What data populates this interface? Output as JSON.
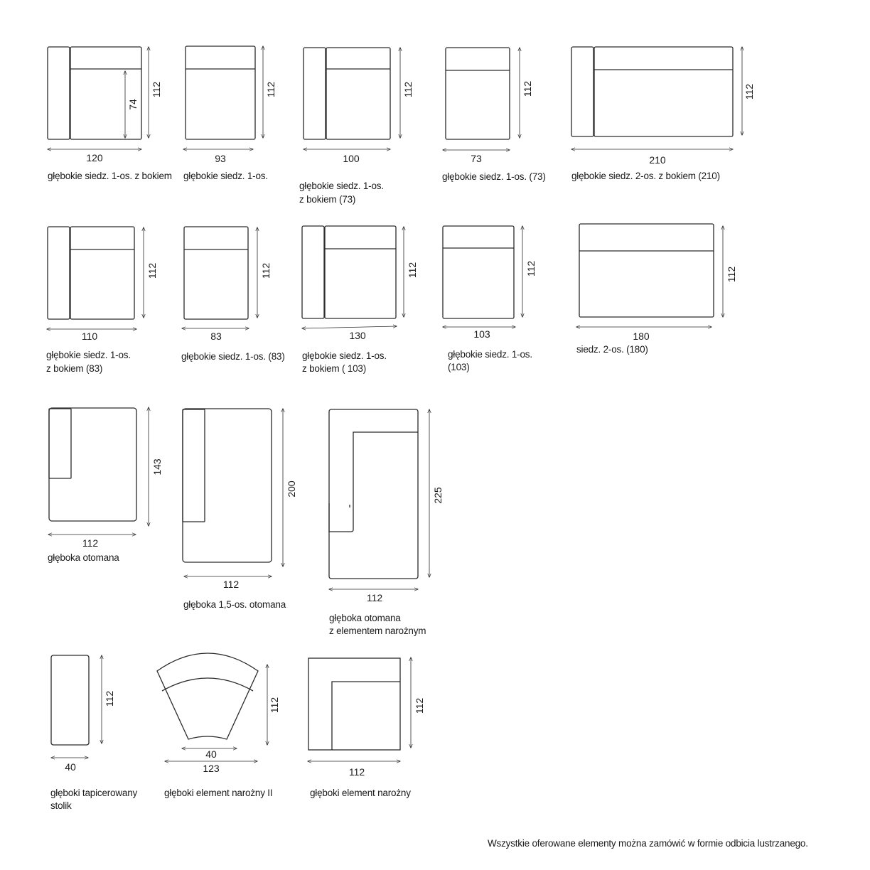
{
  "modules": [
    {
      "width": "120",
      "depth": "112",
      "inner": "74",
      "caption": [
        "głębokie siedz. 1-os. z bokiem"
      ]
    },
    {
      "width": "93",
      "depth": "112",
      "caption": [
        "głębokie siedz. 1-os."
      ]
    },
    {
      "width": "100",
      "depth": "112",
      "caption": [
        "głębokie siedz. 1-os.",
        "z bokiem (73)"
      ]
    },
    {
      "width": "73",
      "depth": "112",
      "caption": [
        "głębokie siedz. 1-os. (73)"
      ]
    },
    {
      "width": "210",
      "depth": "112",
      "caption": [
        "głębokie siedz. 2-os. z bokiem (210)"
      ]
    },
    {
      "width": "110",
      "depth": "112",
      "caption": [
        "głębokie siedz. 1-os.",
        "z bokiem (83)"
      ]
    },
    {
      "width": "83",
      "depth": "112",
      "caption": [
        "głębokie siedz. 1-os.  (83)"
      ]
    },
    {
      "width": "130",
      "depth": "112",
      "caption": [
        "głębokie siedz. 1-os.",
        "z bokiem ( 103)"
      ]
    },
    {
      "width": "103",
      "depth": "112",
      "caption": [
        "głębokie siedz. 1-os.",
        "(103)"
      ]
    },
    {
      "width": "180",
      "depth": "112",
      "caption": [
        "siedz. 2-os.  (180)"
      ]
    },
    {
      "width": "112",
      "depth": "143",
      "caption": [
        "głęboka otomana"
      ]
    },
    {
      "width": "112",
      "depth": "200",
      "caption": [
        "głęboka 1,5-os. otomana"
      ]
    },
    {
      "width": "112",
      "depth": "225",
      "caption": [
        "głęboka otomana",
        "z elementem narożnym"
      ]
    },
    {
      "width": "40",
      "depth": "112",
      "caption": [
        "głęboki tapicerowany",
        "stolik"
      ]
    },
    {
      "width": "123",
      "depth": "112",
      "inner": "40",
      "caption": [
        "głęboki element narożny II"
      ]
    },
    {
      "width": "112",
      "depth": "112",
      "caption": [
        "głęboki element narożny"
      ]
    }
  ],
  "footnote": "Wszystkie oferowane elementy można zamówić w formie odbicia lustrzanego."
}
